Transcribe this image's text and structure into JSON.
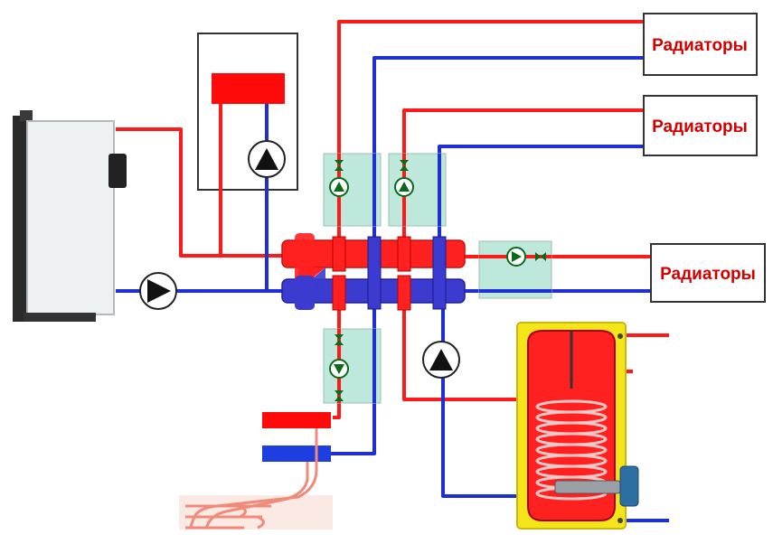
{
  "radiators": [
    {
      "label": "Радиаторы"
    },
    {
      "label": "Радиаторы"
    },
    {
      "label": "Радиаторы"
    }
  ],
  "colors": {
    "supply": "#ff1a1a",
    "return": "#1e2fd6",
    "module": "#bfe8dc",
    "boiler_body": "#eef1f2",
    "tank_outer": "#f4e41a",
    "tank_inner": "#ff1a1a",
    "floor_heating": "#f0a090"
  },
  "icons": [
    "pump-icon",
    "valve-icon",
    "boiler-icon",
    "tank-coil-icon",
    "floor-heating-icon"
  ]
}
